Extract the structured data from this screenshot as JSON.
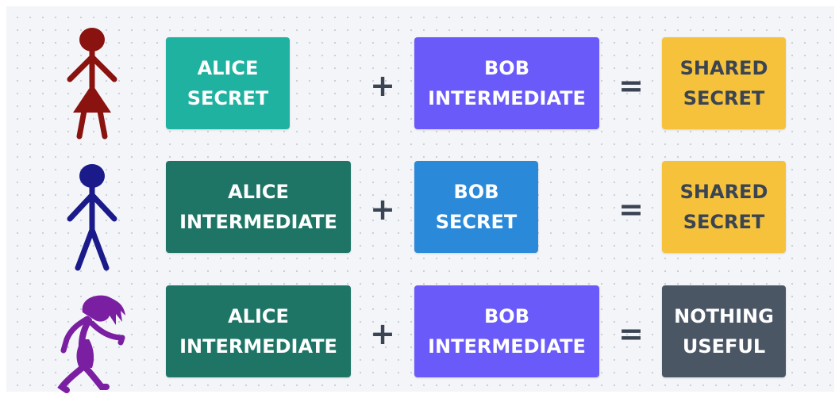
{
  "colors": {
    "teal": "#20b2a0",
    "dark_green": "#1e7566",
    "purple": "#6a5af9",
    "blue": "#2a8ad9",
    "yellow": "#f6c23c",
    "slate": "#4b5665",
    "operator": "#3a4452",
    "alice_figure": "#8a1310",
    "bob_figure": "#1a1a8a",
    "eve_figure": "#7b1fa2"
  },
  "figures": {
    "alice": "alice-figure-icon",
    "bob": "bob-figure-icon",
    "eve": "eve-figure-icon"
  },
  "rows": [
    {
      "left": {
        "line1": "ALICE",
        "line2": "SECRET"
      },
      "plus": "+",
      "right": {
        "line1": "BOB",
        "line2": "INTERMEDIATE"
      },
      "equals": "=",
      "result": {
        "line1": "SHARED",
        "line2": "SECRET"
      }
    },
    {
      "left": {
        "line1": "ALICE",
        "line2": "INTERMEDIATE"
      },
      "plus": "+",
      "right": {
        "line1": "BOB",
        "line2": "SECRET"
      },
      "equals": "=",
      "result": {
        "line1": "SHARED",
        "line2": "SECRET"
      }
    },
    {
      "left": {
        "line1": "ALICE",
        "line2": "INTERMEDIATE"
      },
      "plus": "+",
      "right": {
        "line1": "BOB",
        "line2": "INTERMEDIATE"
      },
      "equals": "=",
      "result": {
        "line1": "NOTHING",
        "line2": "USEFUL"
      }
    }
  ]
}
